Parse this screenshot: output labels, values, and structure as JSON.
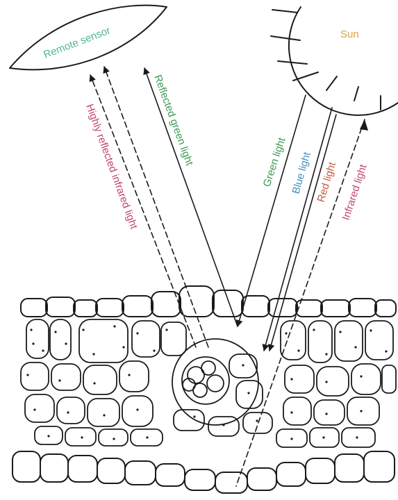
{
  "labels": {
    "remote_sensor": "Remote sensor",
    "sun": "Sun",
    "reflected_green": "Reflected green light",
    "reflected_infrared": "Highly reflected infrared light",
    "green": "Green light",
    "blue": "Blue light",
    "red": "Red light",
    "infrared": "Infrared light"
  },
  "colors": {
    "remote_sensor": "#4fb39a",
    "sun": "#d9a24a",
    "reflected_green": "#3a9a55",
    "reflected_infrared": "#c0456a",
    "green": "#3a9a55",
    "blue": "#3f8fc4",
    "red": "#c25a3a",
    "infrared": "#c0456a",
    "ink": "#1a1a1a"
  }
}
